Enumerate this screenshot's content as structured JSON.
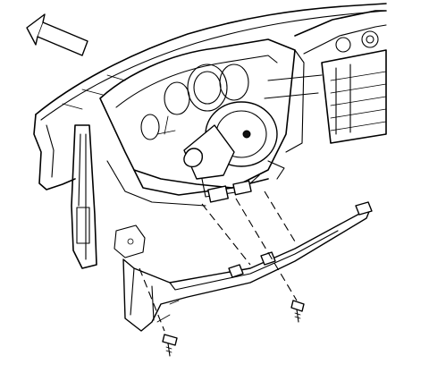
{
  "figure": {
    "colors": {
      "line": "#000000",
      "background": "#ffffff"
    },
    "parts": [
      {
        "key": "direction_arrow",
        "name": "direction-arrow-icon"
      },
      {
        "key": "dash_panel",
        "name": "instrument-panel"
      },
      {
        "key": "steering_column",
        "name": "steering-column"
      },
      {
        "key": "knee_bolster",
        "name": "knee-bolster-panel"
      },
      {
        "key": "bolts",
        "name": "mounting-bolts"
      }
    ]
  }
}
